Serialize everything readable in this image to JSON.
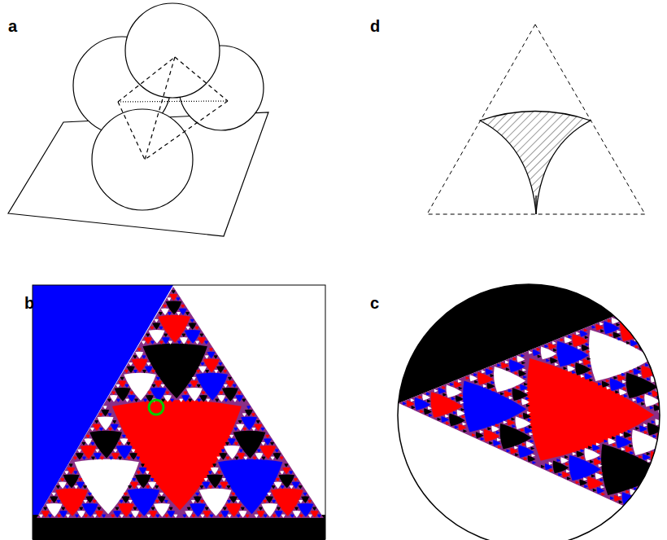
{
  "diagram": {
    "labels": [
      "a",
      "d",
      "b",
      "c"
    ]
  }
}
